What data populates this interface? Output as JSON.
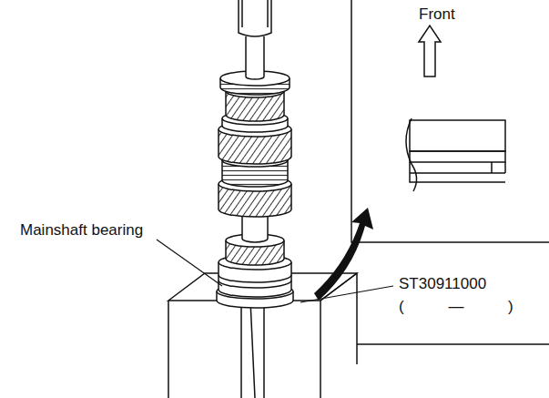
{
  "diagram": {
    "labels": [
      "Front",
      "Mainshaft bearing",
      "ST30911000",
      "( — )"
    ]
  }
}
